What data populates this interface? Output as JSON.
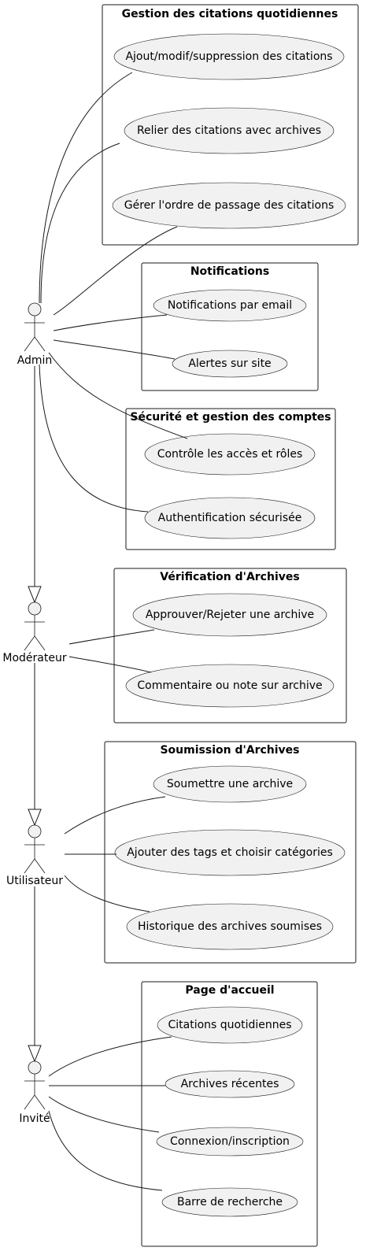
{
  "packages": [
    {
      "title": "Gestion des citations quotidiennes",
      "use_cases": [
        "Ajout/modif/suppression des citations",
        "Relier des citations avec archives",
        "Gérer l'ordre de passage des citations"
      ]
    },
    {
      "title": "Notifications",
      "use_cases": [
        "Notifications par email",
        "Alertes sur site"
      ]
    },
    {
      "title": "Sécurité et gestion des comptes",
      "use_cases": [
        "Contrôle les accès et rôles",
        "Authentification sécurisée"
      ]
    },
    {
      "title": "Vérification d'Archives",
      "use_cases": [
        "Approuver/Rejeter une archive",
        "Commentaire ou note sur archive"
      ]
    },
    {
      "title": "Soumission d'Archives",
      "use_cases": [
        "Soumettre une archive",
        "Ajouter des tags et choisir catégories",
        "Historique des archives soumises"
      ]
    },
    {
      "title": "Page d'accueil",
      "use_cases": [
        "Citations quotidiennes",
        "Archives récentes",
        "Connexion/inscription",
        "Barre de recherche"
      ]
    }
  ],
  "actors": [
    "Admin",
    "Modérateur",
    "Utilisateur",
    "Invité"
  ]
}
